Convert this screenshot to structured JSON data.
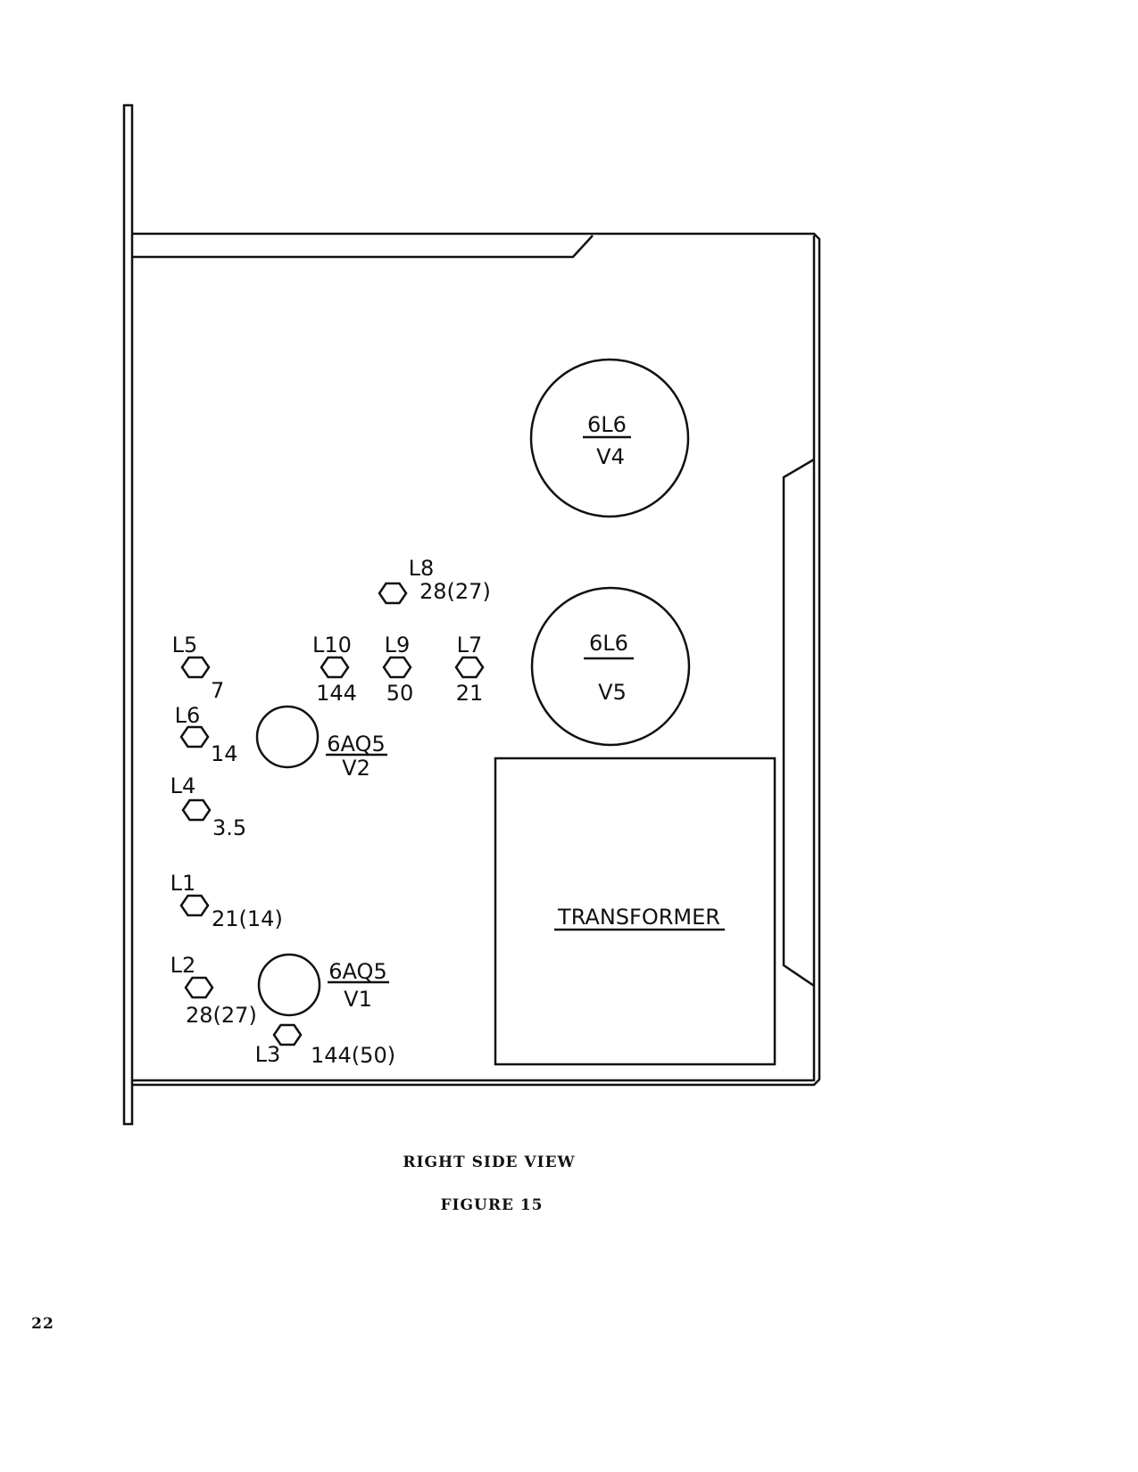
{
  "tubes": {
    "v4": {
      "type": "6L6",
      "ref": "V4"
    },
    "v5": {
      "type": "6L6",
      "ref": "V5"
    },
    "v2": {
      "type": "6AQ5",
      "ref": "V2"
    },
    "v1": {
      "type": "6AQ5",
      "ref": "V1"
    }
  },
  "transformer": "TRANSFORMER",
  "coils": {
    "l8": {
      "name": "L8",
      "value": "28(27)"
    },
    "l5": {
      "name": "L5",
      "value": "7"
    },
    "l10": {
      "name": "L10",
      "value": "144"
    },
    "l9": {
      "name": "L9",
      "value": "50"
    },
    "l7": {
      "name": "L7",
      "value": "21"
    },
    "l6": {
      "name": "L6",
      "value": "14"
    },
    "l4": {
      "name": "L4",
      "value": "3.5"
    },
    "l1": {
      "name": "L1",
      "value": "21(14)"
    },
    "l2": {
      "name": "L2",
      "value": "28(27)"
    },
    "l3": {
      "name": "L3",
      "value": "144(50)"
    }
  },
  "caption": {
    "title": "RIGHT SIDE VIEW",
    "figure": "FIGURE 15"
  },
  "page_number": "22"
}
